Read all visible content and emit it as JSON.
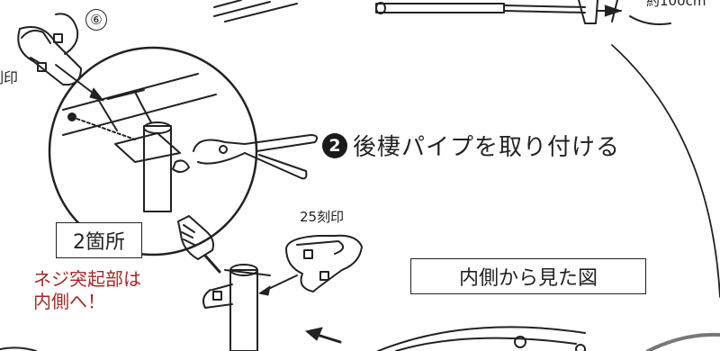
{
  "top": {
    "measure_text": "約100cm"
  },
  "part": {
    "number_symbol": "⑥",
    "stamp_left_text": "刻印"
  },
  "detail": {
    "count_label": "2箇所"
  },
  "warning": {
    "line1": "ネジ突起部は",
    "line2": "内側へ！",
    "color": "#a12a2a"
  },
  "step": {
    "number": "2",
    "title": "後棲パイプを取り付ける"
  },
  "clamp": {
    "stamp_label": "25刻印"
  },
  "view": {
    "label": "内側から見た図"
  }
}
